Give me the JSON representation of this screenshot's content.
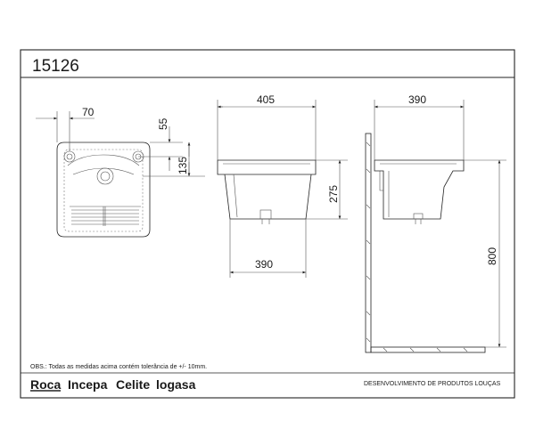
{
  "drawing": {
    "code": "15126",
    "note": "OBS.: Todas as medidas acima contém tolerância de +/- 10mm.",
    "department": "DESENVOLVIMENTO DE  PRODUTOS LOUÇAS",
    "brands": [
      "Roca",
      "Incepa",
      "Celite",
      "logasa"
    ]
  },
  "dimensions": {
    "top_width": "70",
    "top_55": "55",
    "top_135": "135",
    "front_405": "405",
    "front_275": "275",
    "front_390": "390",
    "side_390": "390",
    "side_800": "800"
  }
}
